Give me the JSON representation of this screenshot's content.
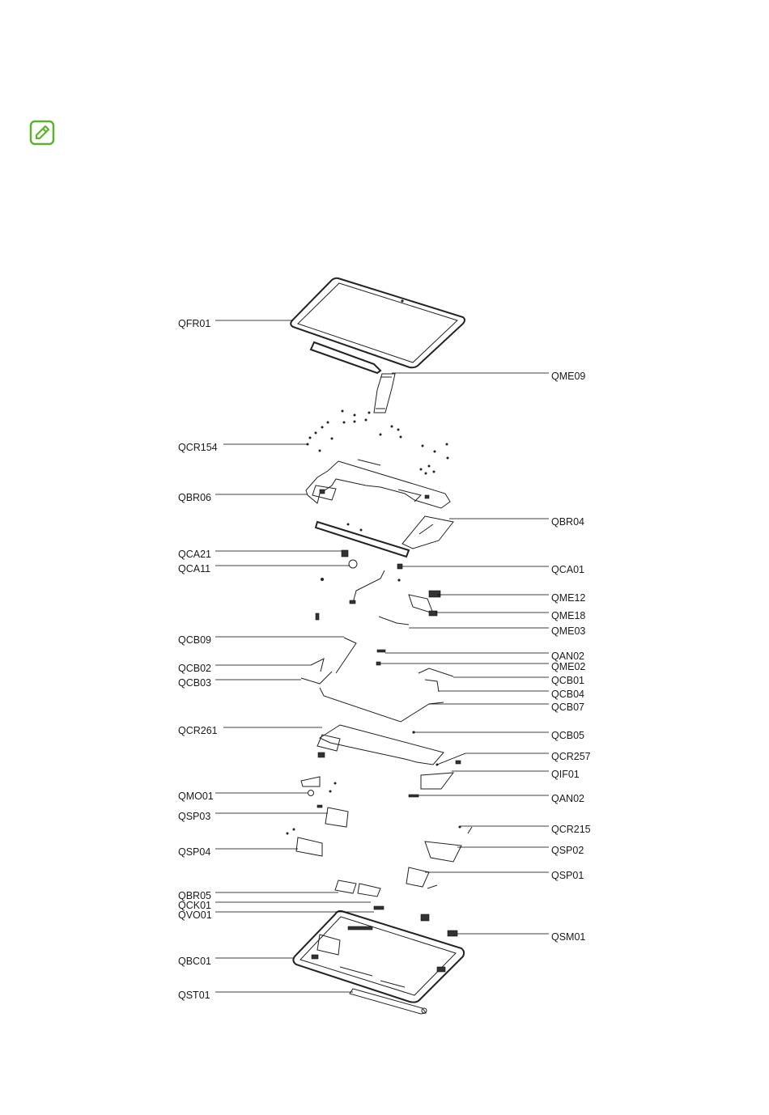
{
  "note": {
    "icon": "note-pencil-icon",
    "color": "#5fb030"
  },
  "parts": {
    "left": [
      "QFR01",
      "QCR154",
      "QBR06",
      "QCA21",
      "QCA11",
      "QCB09",
      "QCB02",
      "QCB03",
      "QCR261",
      "QMO01",
      "QSP03",
      "QSP04",
      "QBR05",
      "QCK01",
      "QVO01",
      "QBC01",
      "QST01"
    ],
    "right": [
      "QME09",
      "QBR04",
      "QCA01",
      "QME12",
      "QME18",
      "QME03",
      "QAN02",
      "QME02",
      "QCB01",
      "QCB04",
      "QCB07",
      "QCB05",
      "QCR257",
      "QIF01",
      "QAN02",
      "QCR215",
      "QSP02",
      "QSP01",
      "QSM01"
    ]
  }
}
